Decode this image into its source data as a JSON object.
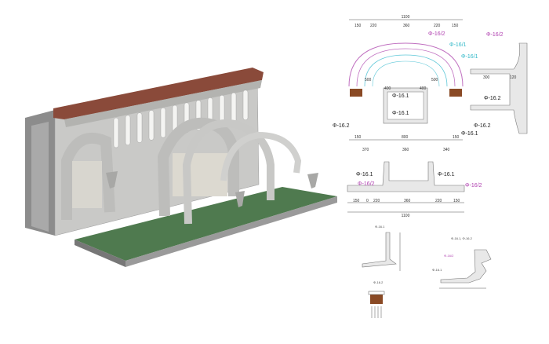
{
  "colors": {
    "floor": "#4f7a4f",
    "cornice": "#8a4a3a",
    "wall": "#c9c9c7",
    "dark_wall": "#8c8c8c",
    "label_magenta": "#b040b0",
    "label_cyan": "#30b8c8",
    "label_dark": "#222222",
    "bracket": "#8a4a25"
  },
  "elevation": {
    "total_width": "1100",
    "top_dims": [
      "150",
      "220",
      "360",
      "220",
      "150"
    ],
    "bottom_dims": [
      "150",
      "800",
      "150"
    ],
    "inner_dims": [
      "500",
      "500",
      "400",
      "400"
    ],
    "labels": {
      "top_right": "Φ-16/2",
      "cyan_1": "Φ-16/1",
      "inner_1": "Φ-16.1",
      "inner_2": "Φ-16.1",
      "left_bracket": "Φ-16.2",
      "right_bracket": "Φ-16.2"
    }
  },
  "section": {
    "dims": [
      "300",
      "120"
    ],
    "labels": {
      "top": "Φ-16/2",
      "cyan": "Φ-16/1",
      "bracket": "Φ-16.2",
      "bottom": "Φ-16.1"
    }
  },
  "plan": {
    "top_dims": [
      "370",
      "360",
      "340"
    ],
    "bottom_dims": [
      "150",
      "0",
      "220",
      "360",
      "220",
      "150"
    ],
    "total_width": "1100",
    "labels": {
      "left_1": "Φ-16.1",
      "right_1": "Φ-16.1",
      "left_2": "Φ-16/2",
      "right_2": "Φ-16/2"
    }
  },
  "details": {
    "detail_a_title": "Φ-16.1",
    "detail_b_title": "Φ-16.2",
    "detail_c_title": "Φ-16.1, Φ-16.2",
    "detail_c_label_1": "Φ-16/2",
    "detail_c_label_2": "Φ-16.1"
  }
}
